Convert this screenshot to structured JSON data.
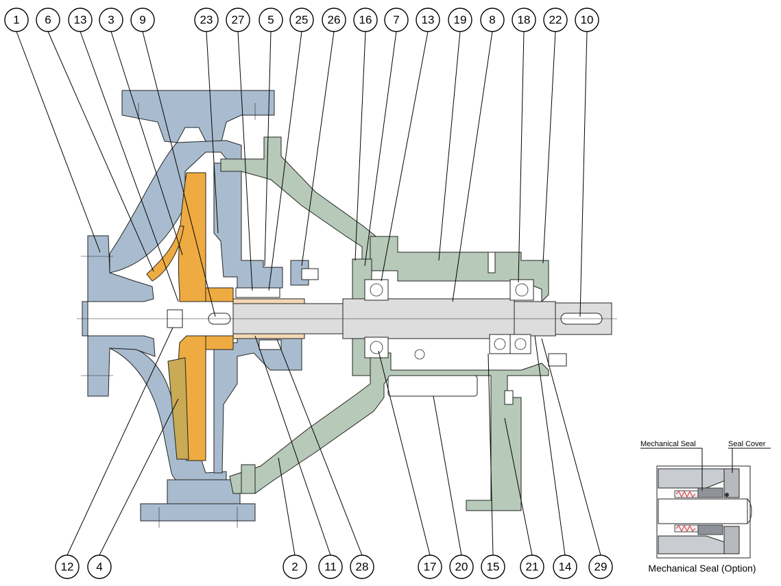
{
  "callouts_top": [
    {
      "id": "c1",
      "label": "1"
    },
    {
      "id": "c6",
      "label": "6"
    },
    {
      "id": "c13a",
      "label": "13"
    },
    {
      "id": "c3",
      "label": "3"
    },
    {
      "id": "c9",
      "label": "9"
    },
    {
      "id": "c23",
      "label": "23"
    },
    {
      "id": "c27",
      "label": "27"
    },
    {
      "id": "c5",
      "label": "5"
    },
    {
      "id": "c25",
      "label": "25"
    },
    {
      "id": "c26",
      "label": "26"
    },
    {
      "id": "c16",
      "label": "16"
    },
    {
      "id": "c7",
      "label": "7"
    },
    {
      "id": "c13b",
      "label": "13"
    },
    {
      "id": "c19",
      "label": "19"
    },
    {
      "id": "c8",
      "label": "8"
    },
    {
      "id": "c18",
      "label": "18"
    },
    {
      "id": "c22",
      "label": "22"
    },
    {
      "id": "c10",
      "label": "10"
    }
  ],
  "callouts_bottom": [
    {
      "id": "c12",
      "label": "12"
    },
    {
      "id": "c4",
      "label": "4"
    },
    {
      "id": "c2",
      "label": "2"
    },
    {
      "id": "c11",
      "label": "11"
    },
    {
      "id": "c28",
      "label": "28"
    },
    {
      "id": "c17",
      "label": "17"
    },
    {
      "id": "c20",
      "label": "20"
    },
    {
      "id": "c15",
      "label": "15"
    },
    {
      "id": "c21",
      "label": "21"
    },
    {
      "id": "c14",
      "label": "14"
    },
    {
      "id": "c29",
      "label": "29"
    }
  ],
  "inset": {
    "mechanical_seal_label": "Mechanical Seal",
    "seal_cover_label": "Seal Cover",
    "caption": "Mechanical Seal (Option)"
  },
  "colors": {
    "casing": "#a9bccf",
    "bracket": "#b7c9b8",
    "impeller": "#eeab41",
    "wear_ring": "#c9aa55",
    "shaft_sleeve": "#f4d8b5",
    "shaft": "#dddddd"
  }
}
